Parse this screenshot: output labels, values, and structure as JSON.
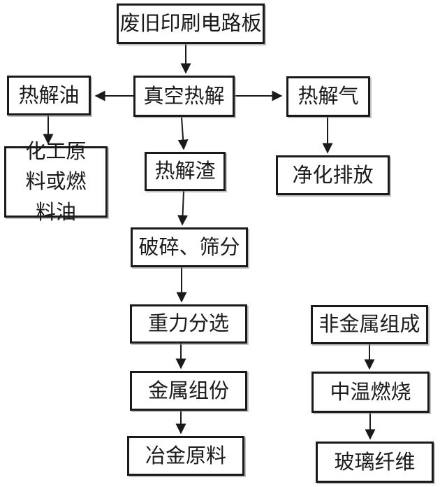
{
  "diagram": {
    "type": "flowchart",
    "language": "zh-CN",
    "accent_color": "#1a1a1a",
    "background_color": "#ffffff",
    "nodes": {
      "pcb": {
        "label": "废旧印刷电路板"
      },
      "vacuum": {
        "label": "真空热解"
      },
      "oil": {
        "label": "热解油"
      },
      "gas": {
        "label": "热解气"
      },
      "chem": {
        "label": "化工原料或燃料油"
      },
      "purify": {
        "label": "净化排放"
      },
      "residue": {
        "label": "热解渣"
      },
      "crush": {
        "label": "破碎、筛分"
      },
      "gravity": {
        "label": "重力分选"
      },
      "metal": {
        "label": "金属组份"
      },
      "metallurgy": {
        "label": "冶金原料"
      },
      "nonmetal": {
        "label": "非金属组成"
      },
      "burn": {
        "label": "中温燃烧"
      },
      "glass": {
        "label": "玻璃纤维"
      }
    },
    "edges": [
      {
        "from": "废旧印刷电路板",
        "to": "真空热解"
      },
      {
        "from": "真空热解",
        "to": "热解油"
      },
      {
        "from": "真空热解",
        "to": "热解气"
      },
      {
        "from": "真空热解",
        "to": "热解渣"
      },
      {
        "from": "热解油",
        "to": "化工原料或燃料油"
      },
      {
        "from": "热解气",
        "to": "净化排放"
      },
      {
        "from": "热解渣",
        "to": "破碎、筛分"
      },
      {
        "from": "破碎、筛分",
        "to": "重力分选"
      },
      {
        "from": "重力分选",
        "to": "金属组份"
      },
      {
        "from": "金属组份",
        "to": "冶金原料"
      },
      {
        "from": "非金属组成",
        "to": "中温燃烧"
      },
      {
        "from": "中温燃烧",
        "to": "玻璃纤维"
      }
    ]
  }
}
